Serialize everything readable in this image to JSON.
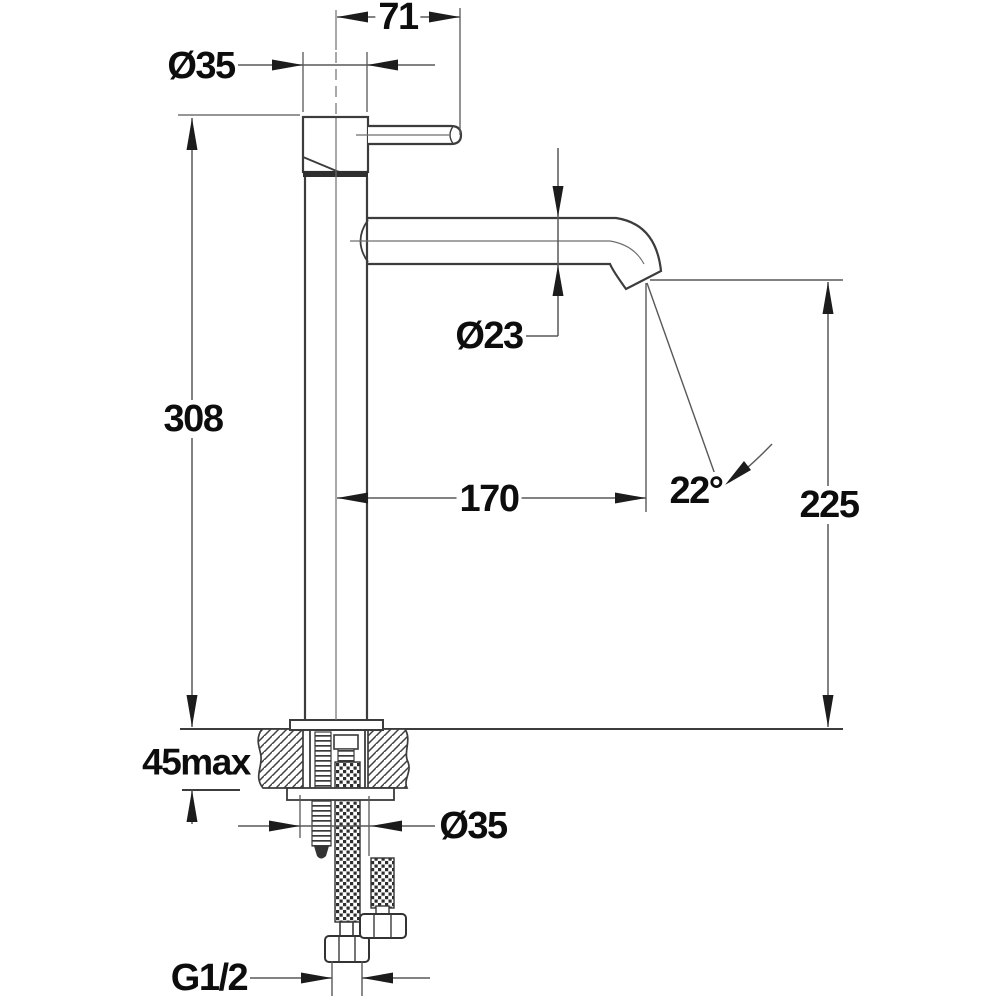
{
  "drawing": {
    "kind": "faucet installation dimension drawing",
    "colors": {
      "background": "#ffffff",
      "object_line": "#3c3c3c",
      "dimension_line": "#585858",
      "text": "#0d0d0d"
    },
    "labels": {
      "lever_length": "71",
      "top_diameter": "Ø35",
      "total_height": "308",
      "spout_diameter": "Ø23",
      "spout_reach": "170",
      "spray_angle": "22°",
      "spout_height": "225",
      "deck_thickness": "45max",
      "shank_diameter": "Ø35",
      "connection_thread": "G1/2"
    }
  }
}
